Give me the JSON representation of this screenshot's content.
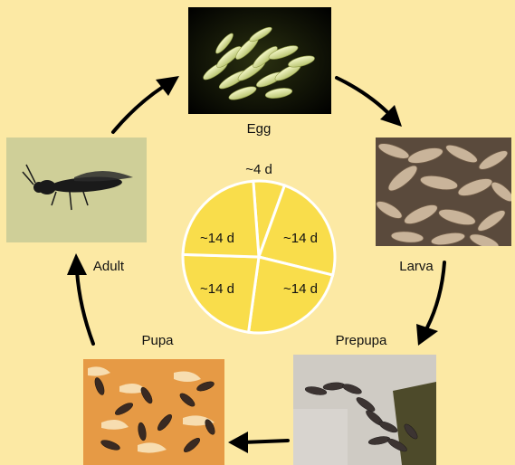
{
  "stages": [
    {
      "id": "egg",
      "label": "Egg"
    },
    {
      "id": "larva",
      "label": "Larva"
    },
    {
      "id": "prepupa",
      "label": "Prepupa"
    },
    {
      "id": "pupa",
      "label": "Pupa"
    },
    {
      "id": "adult",
      "label": "Adult"
    }
  ],
  "pie": {
    "slices": [
      {
        "label": "~4 d",
        "value": 4
      },
      {
        "label": "~14 d",
        "value": 14
      },
      {
        "label": "~14 d",
        "value": 14
      },
      {
        "label": "~14 d",
        "value": 14
      },
      {
        "label": "~14 d",
        "value": 14
      }
    ]
  },
  "colors": {
    "background": "#fce9a4",
    "pie_fill": "#f9dd4b",
    "pie_stroke": "#ffffff",
    "arrow": "#000000"
  }
}
